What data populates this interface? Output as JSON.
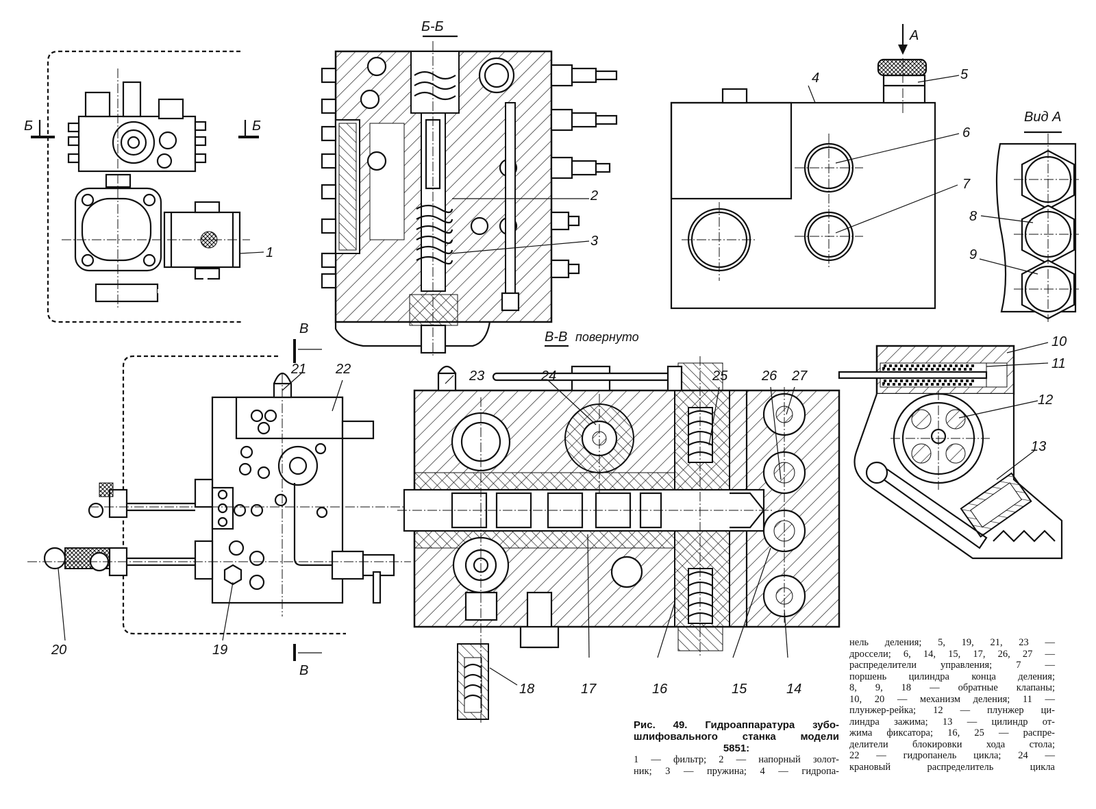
{
  "section_labels": {
    "b_b": "Б-Б",
    "v_v": "В-В",
    "v_v_note": "повернуто",
    "view_a": "Вид А",
    "arrow_a": "А",
    "cut_b_left": "Б",
    "cut_b_right": "Б",
    "cut_v_top": "В",
    "cut_v_bottom": "В"
  },
  "part_labels": {
    "p1": "1",
    "p2": "2",
    "p3": "3",
    "p4": "4",
    "p5": "5",
    "p6": "6",
    "p7": "7",
    "p8": "8",
    "p9": "9",
    "p10": "10",
    "p11": "11",
    "p12": "12",
    "p13": "13",
    "p14": "14",
    "p15": "15",
    "p16": "16",
    "p17": "17",
    "p18": "18",
    "p19": "19",
    "p20": "20",
    "p21": "21",
    "p22": "22",
    "p23": "23",
    "p24": "24",
    "p25": "25",
    "p26": "26",
    "p27": "27"
  },
  "caption": {
    "title_line1": "Рис. 49. Гидроаппаратура зубо-",
    "title_line2": "шлифовального станка модели",
    "title_line3": "5851:",
    "legend_col1": [
      "1 — фильтр; 2 — напорный золот-",
      "ник; 3 — пружина; 4 — гидропа-"
    ],
    "legend_col2": [
      "нель деления; 5, 19, 21, 23 —",
      "дроссели; 6, 14, 15, 17, 26, 27 —",
      "распределители управления; 7 —",
      "поршень цилиндра конца деления;",
      "8, 9, 18 — обратные клапаны;",
      "10, 20 — механизм деления; 11 —",
      "плунжер-рейка; 12 — плунжер ци-",
      "линдра зажима; 13 — цилиндр от-",
      "жима фиксатора; 16, 25 — распре-",
      "делители блокировки хода стола;",
      "22 — гидропанель цикла; 24 —",
      "крановый распределитель цикла"
    ]
  }
}
